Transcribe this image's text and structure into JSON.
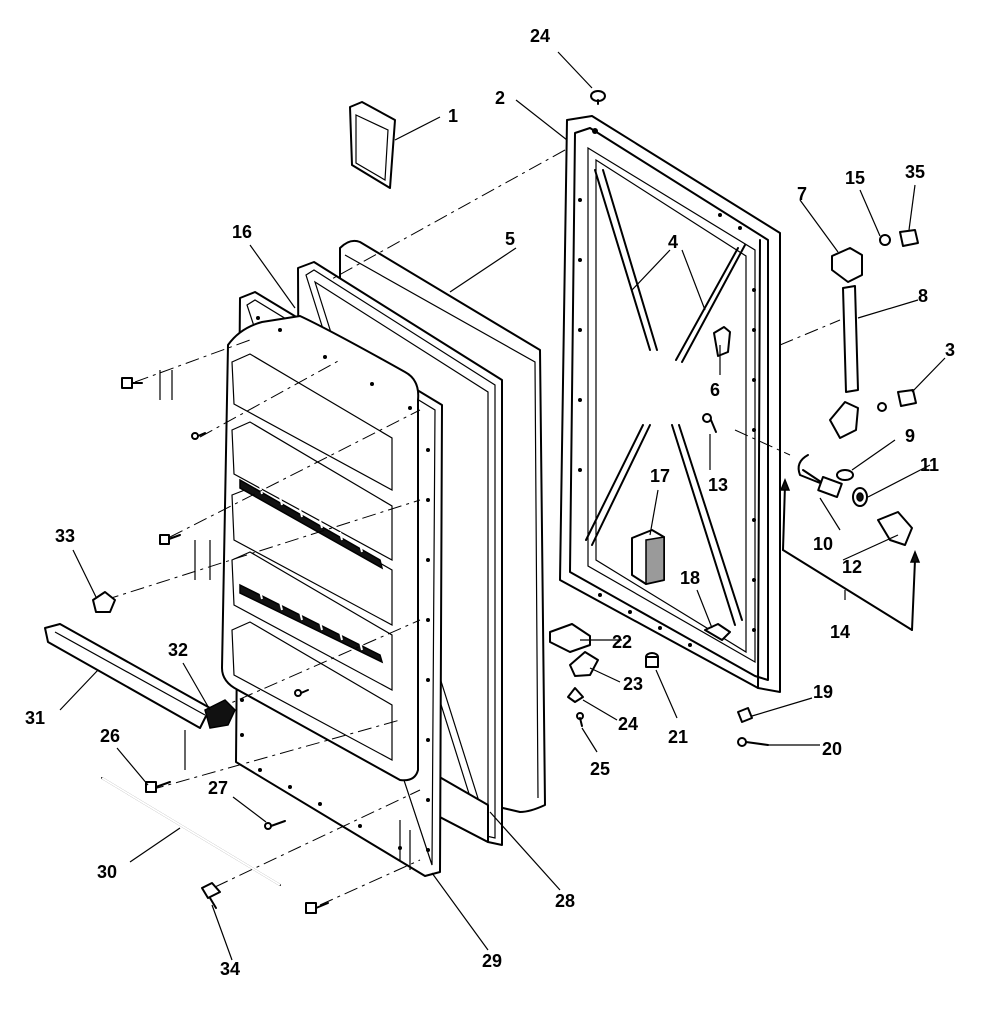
{
  "diagram": {
    "callouts": [
      "1",
      "2",
      "3",
      "4",
      "5",
      "6",
      "7",
      "8",
      "9",
      "10",
      "11",
      "12",
      "13",
      "14",
      "15",
      "16",
      "17",
      "18",
      "19",
      "20",
      "21",
      "22",
      "23",
      "24",
      "24",
      "25",
      "26",
      "27",
      "28",
      "29",
      "30",
      "31",
      "32",
      "33",
      "34",
      "35"
    ]
  },
  "colors": {
    "line": "#000000",
    "background": "#ffffff",
    "shade": "#9a9a9a"
  }
}
